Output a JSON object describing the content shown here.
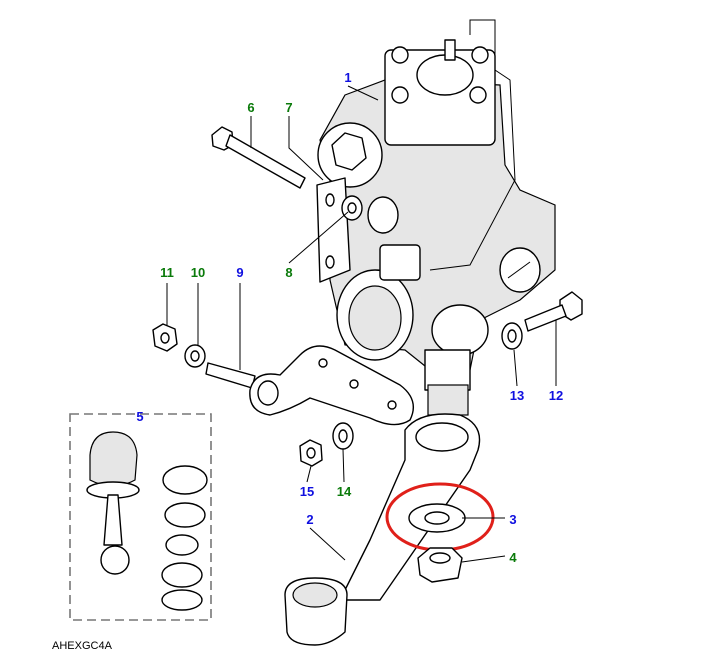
{
  "diagram_code": "AHEXGC4A",
  "colors": {
    "blue_label": "#1010e0",
    "green_label": "#0a7a0a",
    "highlight": "#e0201a"
  },
  "labels": {
    "l1": "1",
    "l2": "2",
    "l3": "3",
    "l4": "4",
    "l5": "5",
    "l6": "6",
    "l7": "7",
    "l8": "8",
    "l9": "9",
    "l10": "10",
    "l11": "11",
    "l12": "12",
    "l13": "13",
    "l14": "14",
    "l15": "15"
  },
  "highlighted_part": "3"
}
